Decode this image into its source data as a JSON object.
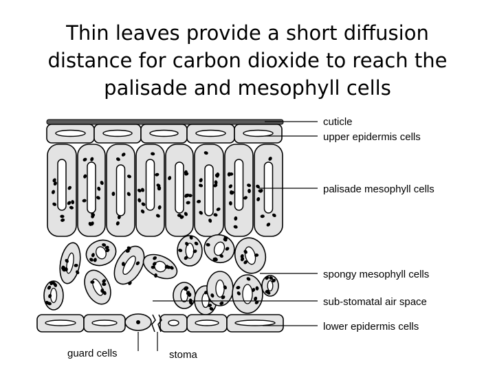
{
  "slide": {
    "title_lines": [
      "Thin leaves provide a short diffusion",
      "distance for carbon dioxide to reach the",
      "palisade and mesophyll cells"
    ]
  },
  "diagram": {
    "labels": {
      "cuticle": "cuticle",
      "upper_epidermis": "upper epidermis cells",
      "palisade": "palisade mesophyll cells",
      "spongy": "spongy mesophyll cells",
      "air_space": "sub-stomatal air space",
      "lower_epidermis": "lower epidermis cells",
      "guard_cells": "guard cells",
      "stoma": "stoma"
    },
    "colors": {
      "cell_fill": "#e3e3e3",
      "outline": "#000000",
      "cuticle": "#5a5a5a",
      "background": "#ffffff"
    }
  }
}
